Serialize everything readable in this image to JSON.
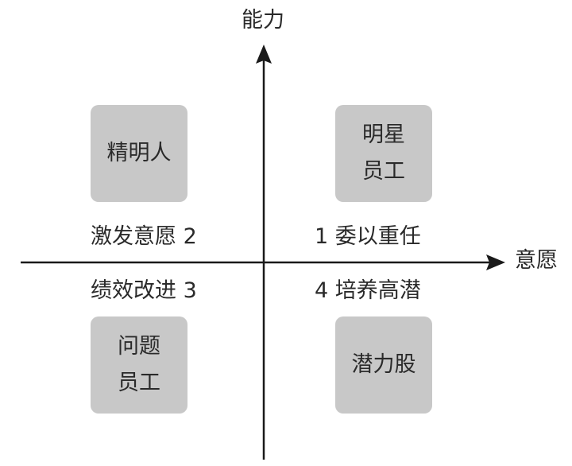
{
  "axes": {
    "y_label": "能力",
    "x_label": "意愿"
  },
  "quadrants": {
    "top_left": {
      "box_text": "精明人",
      "label": "激发意愿 2"
    },
    "top_right": {
      "box_text": "明星\n员工",
      "label": "1 委以重任"
    },
    "bottom_left": {
      "box_text": "问题\n员工",
      "label": "绩效改进 3"
    },
    "bottom_right": {
      "box_text": "潜力股",
      "label": "4 培养高潜"
    }
  },
  "colors": {
    "box_fill": "#c8c8c8",
    "axis_line": "#1a1a1a",
    "text": "#2a2a2a"
  }
}
